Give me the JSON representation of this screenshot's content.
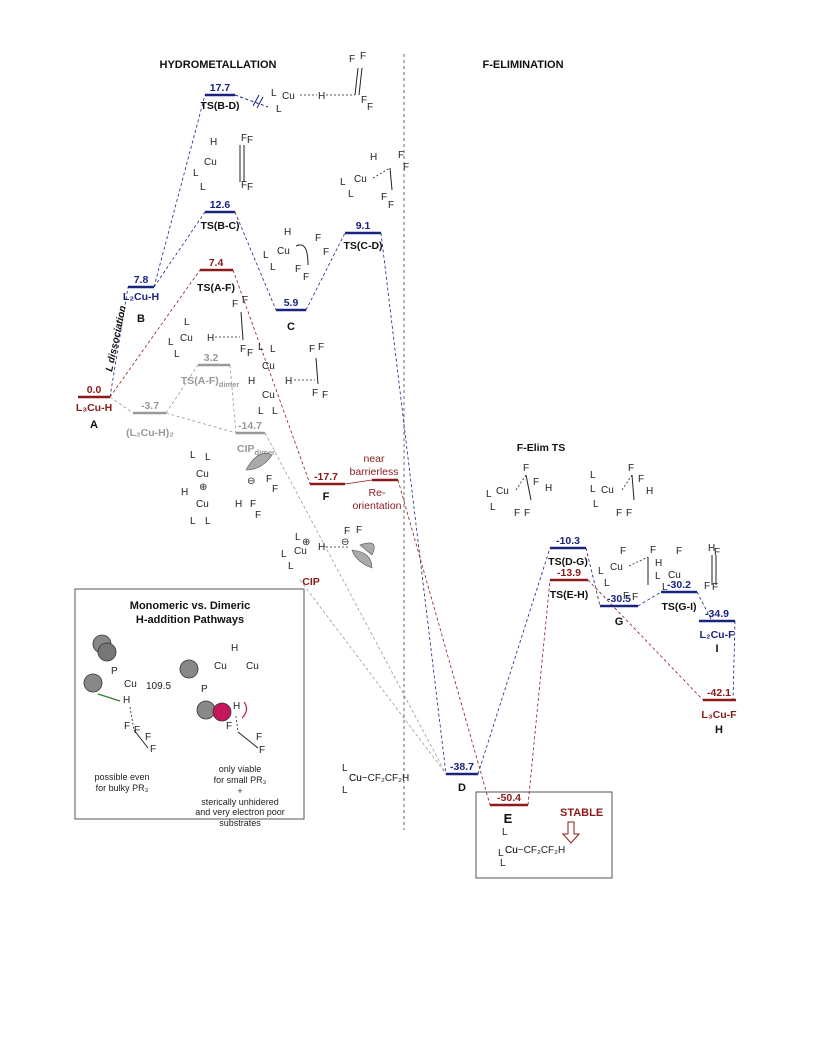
{
  "headers": {
    "left": "HYDROMETALLATION",
    "right": "F-ELIMINATION"
  },
  "colors": {
    "red": "#8b1a1a",
    "blue": "#1a237e",
    "gray": "#999999",
    "dark": "#222222",
    "magenta": "#c2185b",
    "green": "#2e7d32"
  },
  "levels": [
    {
      "id": "A",
      "energy": "0.0",
      "name": "L₃Cu-H",
      "letter": "A",
      "color": "red"
    },
    {
      "id": "B",
      "energy": "7.8",
      "name": "L₂Cu-H",
      "letter": "B",
      "color": "blue"
    },
    {
      "id": "TSBD",
      "energy": "17.7",
      "name": "TS(B-D)",
      "letter": "",
      "color": "blue"
    },
    {
      "id": "TSBC",
      "energy": "12.6",
      "name": "TS(B-C)",
      "letter": "",
      "color": "blue"
    },
    {
      "id": "TSAF",
      "energy": "7.4",
      "name": "TS(A-F)",
      "letter": "",
      "color": "red"
    },
    {
      "id": "C",
      "energy": "5.9",
      "name": "",
      "letter": "C",
      "color": "blue"
    },
    {
      "id": "TSCD",
      "energy": "9.1",
      "name": "TS(C-D)",
      "letter": "",
      "color": "blue"
    },
    {
      "id": "TSAFd",
      "energy": "3.2",
      "name": "TS(A-F)",
      "sub": "dimer",
      "letter": "",
      "color": "gray"
    },
    {
      "id": "L2CuH2",
      "energy": "-3.7",
      "name": "(L₂Cu-H)₂",
      "letter": "",
      "color": "gray"
    },
    {
      "id": "CIPd",
      "energy": "-14.7",
      "name": "CIP",
      "sub": "dimer",
      "letter": "",
      "color": "gray"
    },
    {
      "id": "F",
      "energy": "-17.7",
      "name": "",
      "letter": "F",
      "color": "red"
    },
    {
      "id": "D",
      "energy": "-38.7",
      "name": "",
      "letter": "D",
      "color": "blue"
    },
    {
      "id": "E",
      "energy": "-50.4",
      "name": "",
      "letter": "E",
      "color": "red"
    },
    {
      "id": "TSDG",
      "energy": "-10.3",
      "name": "TS(D-G)",
      "letter": "",
      "color": "blue"
    },
    {
      "id": "TSEH",
      "energy": "-13.9",
      "name": "TS(E-H)",
      "letter": "",
      "color": "red"
    },
    {
      "id": "G",
      "energy": "-30.5",
      "name": "",
      "letter": "G",
      "color": "blue"
    },
    {
      "id": "TSGI",
      "energy": "-30.2",
      "name": "TS(G-I)",
      "letter": "",
      "color": "blue"
    },
    {
      "id": "I",
      "energy": "-34.9",
      "name": "L₂Cu-F",
      "letter": "I",
      "color": "blue"
    },
    {
      "id": "H",
      "energy": "-42.1",
      "name": "L₃Cu-F",
      "letter": "H",
      "color": "red"
    }
  ],
  "labels": {
    "l_dissociation": "L dissociation",
    "near": "near",
    "barrierless": "barrierless",
    "re": "Re-",
    "orientation": "orientation",
    "cip": "CIP",
    "felim_ts": "F-Elim TS",
    "stable": "STABLE"
  },
  "molecules": {
    "cu": "Cu",
    "h": "H",
    "f": "F",
    "l": "L",
    "p": "P",
    "plus": "⊕",
    "minus": "⊖",
    "d_formula": "Cu−CF₂CF₂H",
    "e_formula": "Cu−CF₂CF₂H"
  },
  "box": {
    "title1": "Monomeric vs. Dimeric",
    "title2": "H-addition Pathways",
    "angle": "109.5",
    "left1": "possible even",
    "left2": "for bulky PR₃",
    "right1": "only viable",
    "right2": "for small PR₃",
    "right3": "+",
    "right4": "sterically unhidered",
    "right5": "and very electron poor",
    "right6": "substrates"
  }
}
